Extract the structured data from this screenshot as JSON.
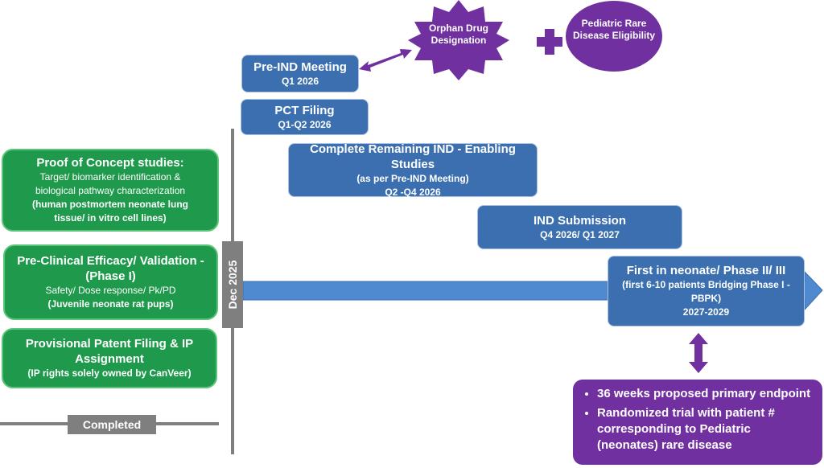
{
  "colors": {
    "green": "#1f9a4c",
    "blue": "#3b6faf",
    "purple": "#7030a0",
    "gray": "#7f7f7f",
    "arrow": "#4f8ad0"
  },
  "completed": [
    {
      "title": "Proof of Concept studies:",
      "line1": "Target/ biomarker identification &",
      "line2": "biological pathway characterization",
      "note": "(human postmortem neonate lung tissue/ in vitro cell lines)"
    },
    {
      "title": "Pre-Clinical Efficacy/ Validation - (Phase I)",
      "line1": "Safety/ Dose response/ Pk/PD",
      "note": "(Juvenile neonate rat pups)"
    },
    {
      "title": "Provisional Patent Filing &  IP Assignment",
      "note": "(IP rights solely owned by CanVeer)"
    }
  ],
  "completed_label": "Completed",
  "milestone_label": "Dec 2025",
  "steps": [
    {
      "title": "Pre-IND Meeting",
      "date": "Q1 2026"
    },
    {
      "title": "PCT Filing",
      "date": "Q1-Q2 2026"
    },
    {
      "title": "Complete Remaining IND - Enabling Studies",
      "note": "(as per Pre-IND Meeting)",
      "date": "Q2 -Q4 2026"
    },
    {
      "title": "IND Submission",
      "date": "Q4 2026/ Q1 2027"
    },
    {
      "title": "First in neonate/ Phase II/ III",
      "note": "(first 6-10 patients Bridging Phase I - PBPK)",
      "date": "2027-2029"
    }
  ],
  "orphan": "Orphan Drug Designation",
  "pediatric": "Pediatric Rare Disease Eligibility",
  "trial_points": [
    "36 weeks proposed primary endpoint",
    "Randomized trial with patient # corresponding to Pediatric (neonates) rare disease"
  ]
}
